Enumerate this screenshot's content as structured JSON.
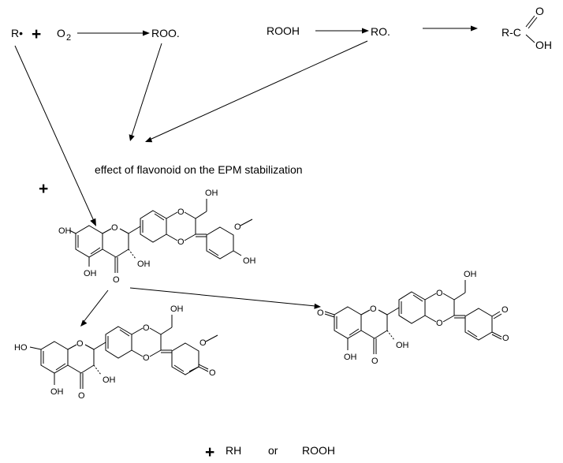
{
  "reaction": {
    "r_radical": "R•",
    "plus": "+",
    "o2_o": "O",
    "o2_sub": "2",
    "roo": "ROO.",
    "rooh": "ROOH",
    "ro": "RO.",
    "acid_r": "R-C",
    "acid_o": "O",
    "acid_oh": "OH"
  },
  "caption": "effect of flavonoid on the EPM stabilization",
  "plus_left": "+",
  "atoms": {
    "oh": "OH",
    "o": "O",
    "ho": "HO"
  },
  "products": {
    "plus": "+",
    "rh": "RH",
    "or": "or",
    "rooh": "ROOH"
  }
}
